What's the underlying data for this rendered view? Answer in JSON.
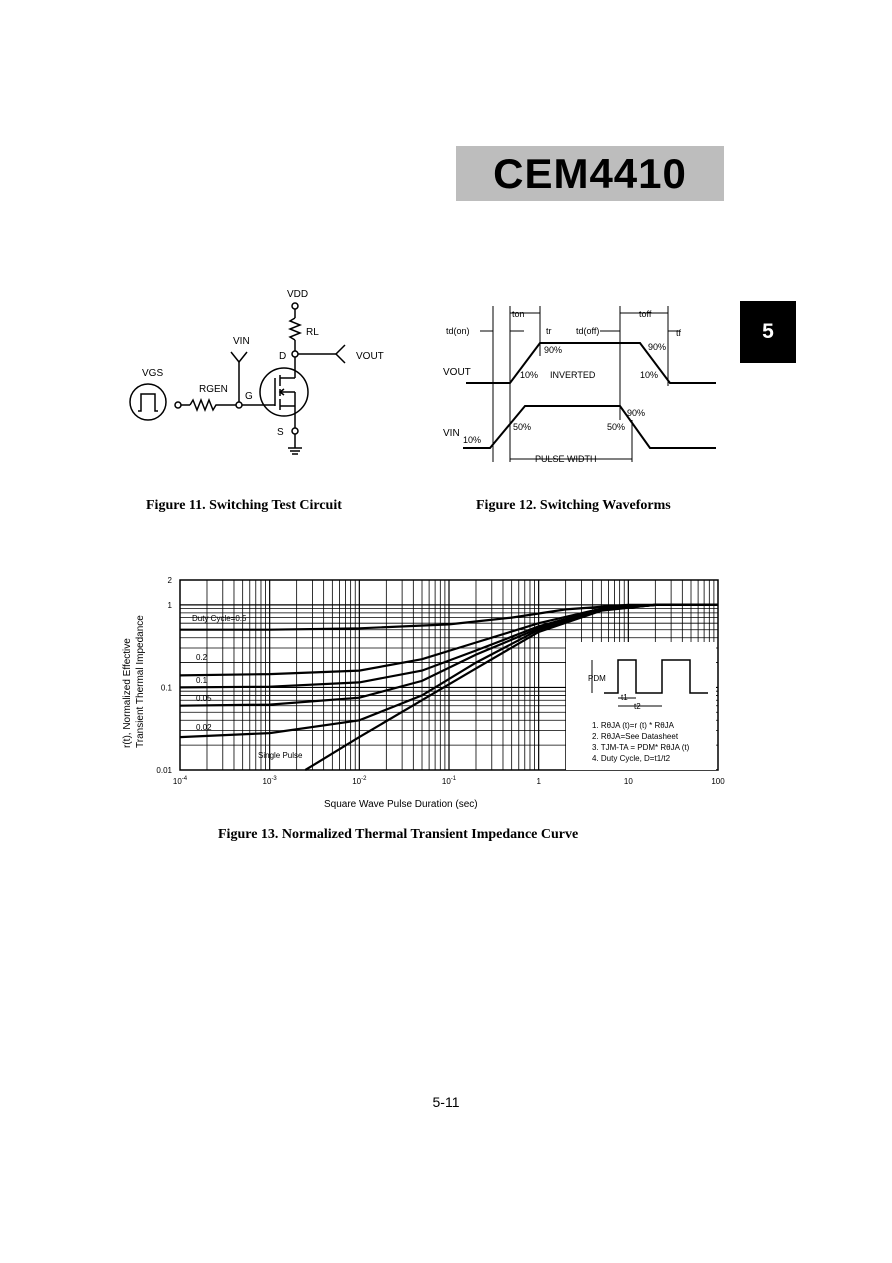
{
  "header": {
    "part_number": "CEM4410",
    "section_tab": "5"
  },
  "figure11": {
    "caption": "Figure 11. Switching Test Circuit",
    "labels": {
      "vdd": "VDD",
      "rl": "RL",
      "vin": "VIN",
      "vout": "VOUT",
      "d": "D",
      "g": "G",
      "s": "S",
      "vgs": "VGS",
      "rgen": "RGEN"
    }
  },
  "figure12": {
    "caption": "Figure 12. Switching Waveforms",
    "labels": {
      "ton": "ton",
      "toff": "toff",
      "td_on": "td(on)",
      "tr": "tr",
      "td_off": "td(off)",
      "tf": "tf",
      "vout": "VOUT",
      "vin": "VIN",
      "p90_a": "90%",
      "p90_b": "90%",
      "p10_a": "10%",
      "p10_b": "10%",
      "inverted": "INVERTED",
      "p50_a": "50%",
      "p50_b": "50%",
      "p90_c": "90%",
      "p10_c": "10%",
      "pulse_width": "PULSE WIDTH"
    }
  },
  "figure13": {
    "caption": "Figure 13. Normalized Thermal Transient Impedance Curve",
    "chart_data": {
      "type": "line",
      "xlabel": "Square Wave Pulse Duration (sec)",
      "ylabel_line1": "r(t), Normalized Effective",
      "ylabel_line2": "Transient Thermal Impedance",
      "x_scale": "log",
      "y_scale": "log",
      "xlim": [
        0.0001,
        100
      ],
      "ylim": [
        0.01,
        2
      ],
      "x_ticks": [
        0.0001,
        0.001,
        0.01,
        0.1,
        1,
        10,
        100
      ],
      "x_tick_labels": [
        "10-4",
        "10-3",
        "10-2",
        "10-1",
        "1",
        "10",
        "100"
      ],
      "y_ticks": [
        0.01,
        0.1,
        1,
        2
      ],
      "y_tick_labels": [
        "0.01",
        "0.1",
        "1",
        "2"
      ],
      "series": [
        {
          "name": "Duty Cycle=0.5",
          "x": [
            0.0001,
            0.001,
            0.01,
            0.1,
            0.5,
            2,
            10,
            100
          ],
          "y": [
            0.5,
            0.5,
            0.52,
            0.58,
            0.7,
            0.88,
            1,
            1
          ]
        },
        {
          "name": "0.2",
          "x": [
            0.0001,
            0.001,
            0.01,
            0.05,
            0.2,
            1,
            5,
            20,
            100
          ],
          "y": [
            0.14,
            0.145,
            0.16,
            0.22,
            0.35,
            0.6,
            0.9,
            1,
            1
          ]
        },
        {
          "name": "0.1",
          "x": [
            0.0001,
            0.001,
            0.01,
            0.05,
            0.2,
            1,
            5,
            20,
            100
          ],
          "y": [
            0.1,
            0.102,
            0.115,
            0.16,
            0.28,
            0.55,
            0.88,
            1,
            1
          ]
        },
        {
          "name": "0.05",
          "x": [
            0.0001,
            0.001,
            0.01,
            0.05,
            0.2,
            1,
            5,
            20,
            100
          ],
          "y": [
            0.06,
            0.062,
            0.075,
            0.12,
            0.25,
            0.52,
            0.87,
            1,
            1
          ]
        },
        {
          "name": "0.02",
          "x": [
            0.0001,
            0.001,
            0.01,
            0.05,
            0.2,
            1,
            5,
            20,
            100
          ],
          "y": [
            0.025,
            0.028,
            0.04,
            0.08,
            0.2,
            0.5,
            0.86,
            1,
            1
          ]
        },
        {
          "name": "Single Pulse",
          "x": [
            0.0025,
            0.01,
            0.05,
            0.2,
            1,
            5,
            20,
            100
          ],
          "y": [
            0.01,
            0.025,
            0.07,
            0.17,
            0.47,
            0.85,
            1,
            1
          ]
        }
      ],
      "inset_labels": {
        "pdm": "PDM",
        "t1": "t1",
        "t2": "t2"
      },
      "notes": [
        "1. RθJA (t)=r (t) * RθJA",
        "2. RθJA=See Datasheet",
        "3. TJM-TA = PDM* RθJA (t)",
        "4. Duty Cycle, D=t1/t2"
      ]
    }
  },
  "footer": {
    "page_number": "5-11"
  }
}
